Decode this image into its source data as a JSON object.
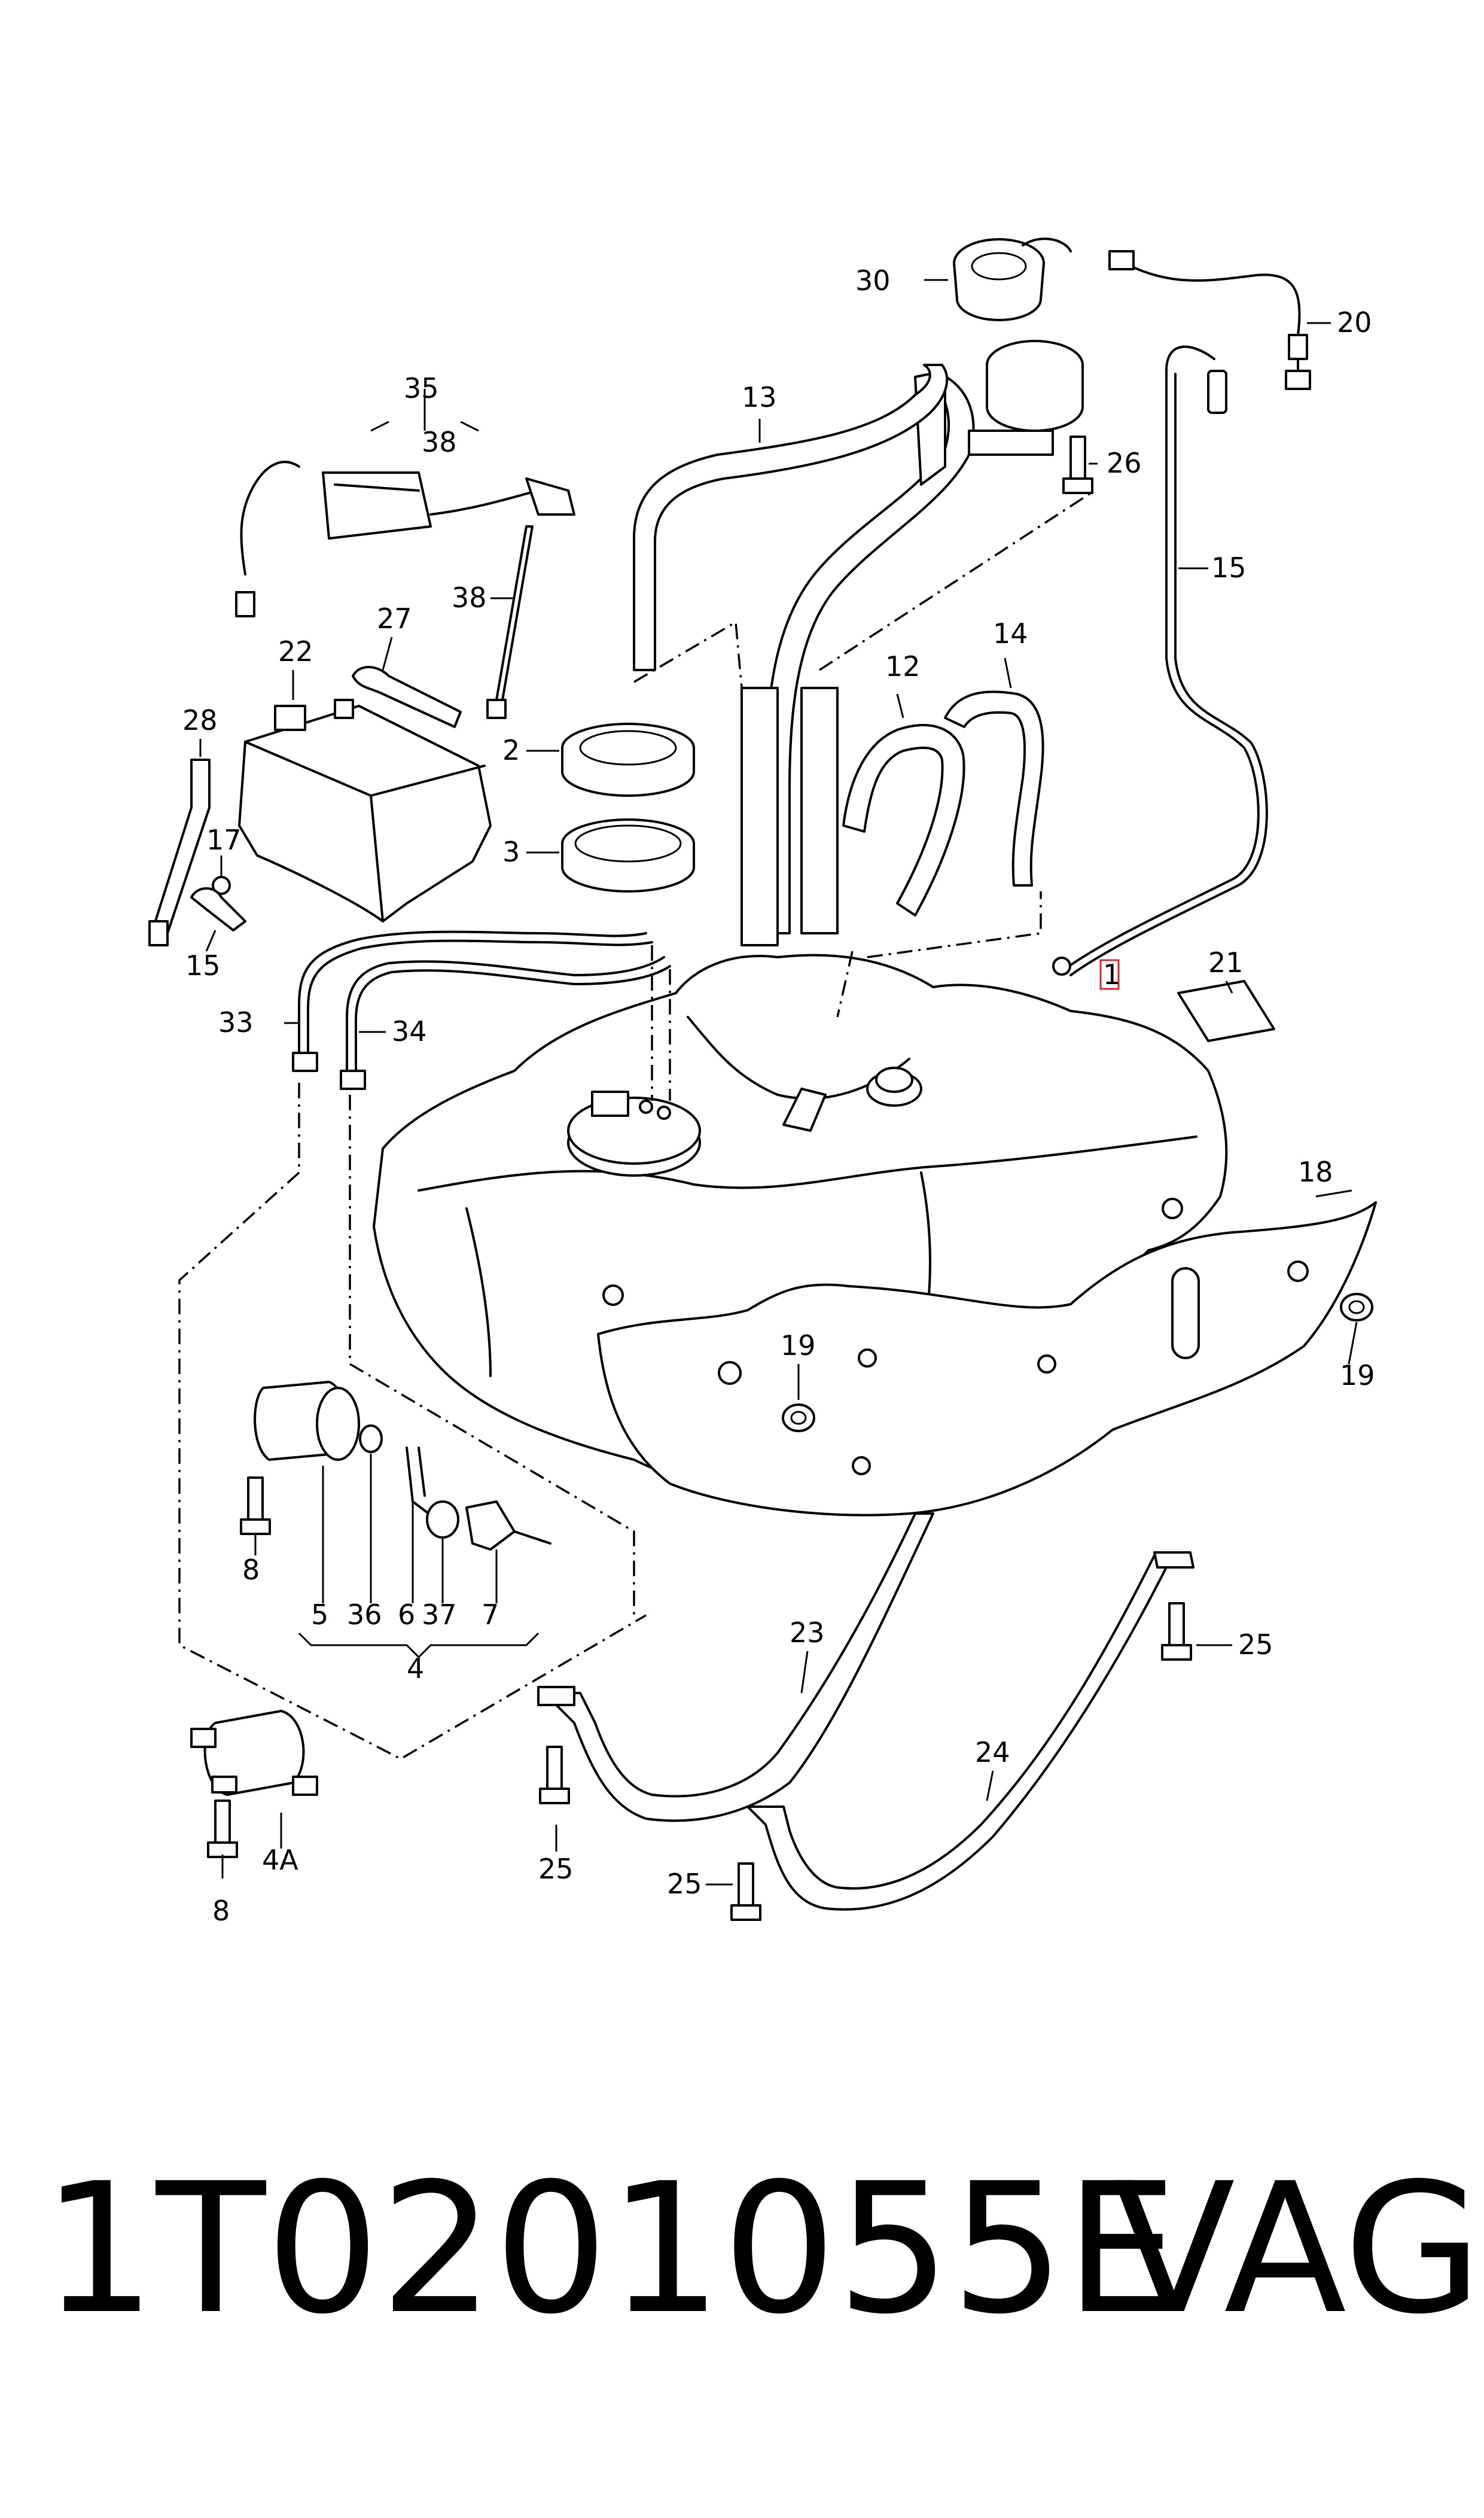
{
  "diagram": {
    "callouts": [
      "1",
      "2",
      "3",
      "4",
      "4A",
      "5",
      "6",
      "7",
      "8",
      "8",
      "12",
      "13",
      "14",
      "15",
      "15",
      "17",
      "18",
      "19",
      "19",
      "20",
      "21",
      "22",
      "23",
      "24",
      "25",
      "25",
      "25",
      "26",
      "27",
      "28",
      "30",
      "33",
      "34",
      "35",
      "36",
      "37",
      "38",
      "38"
    ]
  },
  "footer": {
    "part_number": "1T0201055E",
    "brand": "VAG"
  },
  "colors": {
    "line": "#000000",
    "highlight": "#e0262b",
    "background": "#ffffff"
  }
}
